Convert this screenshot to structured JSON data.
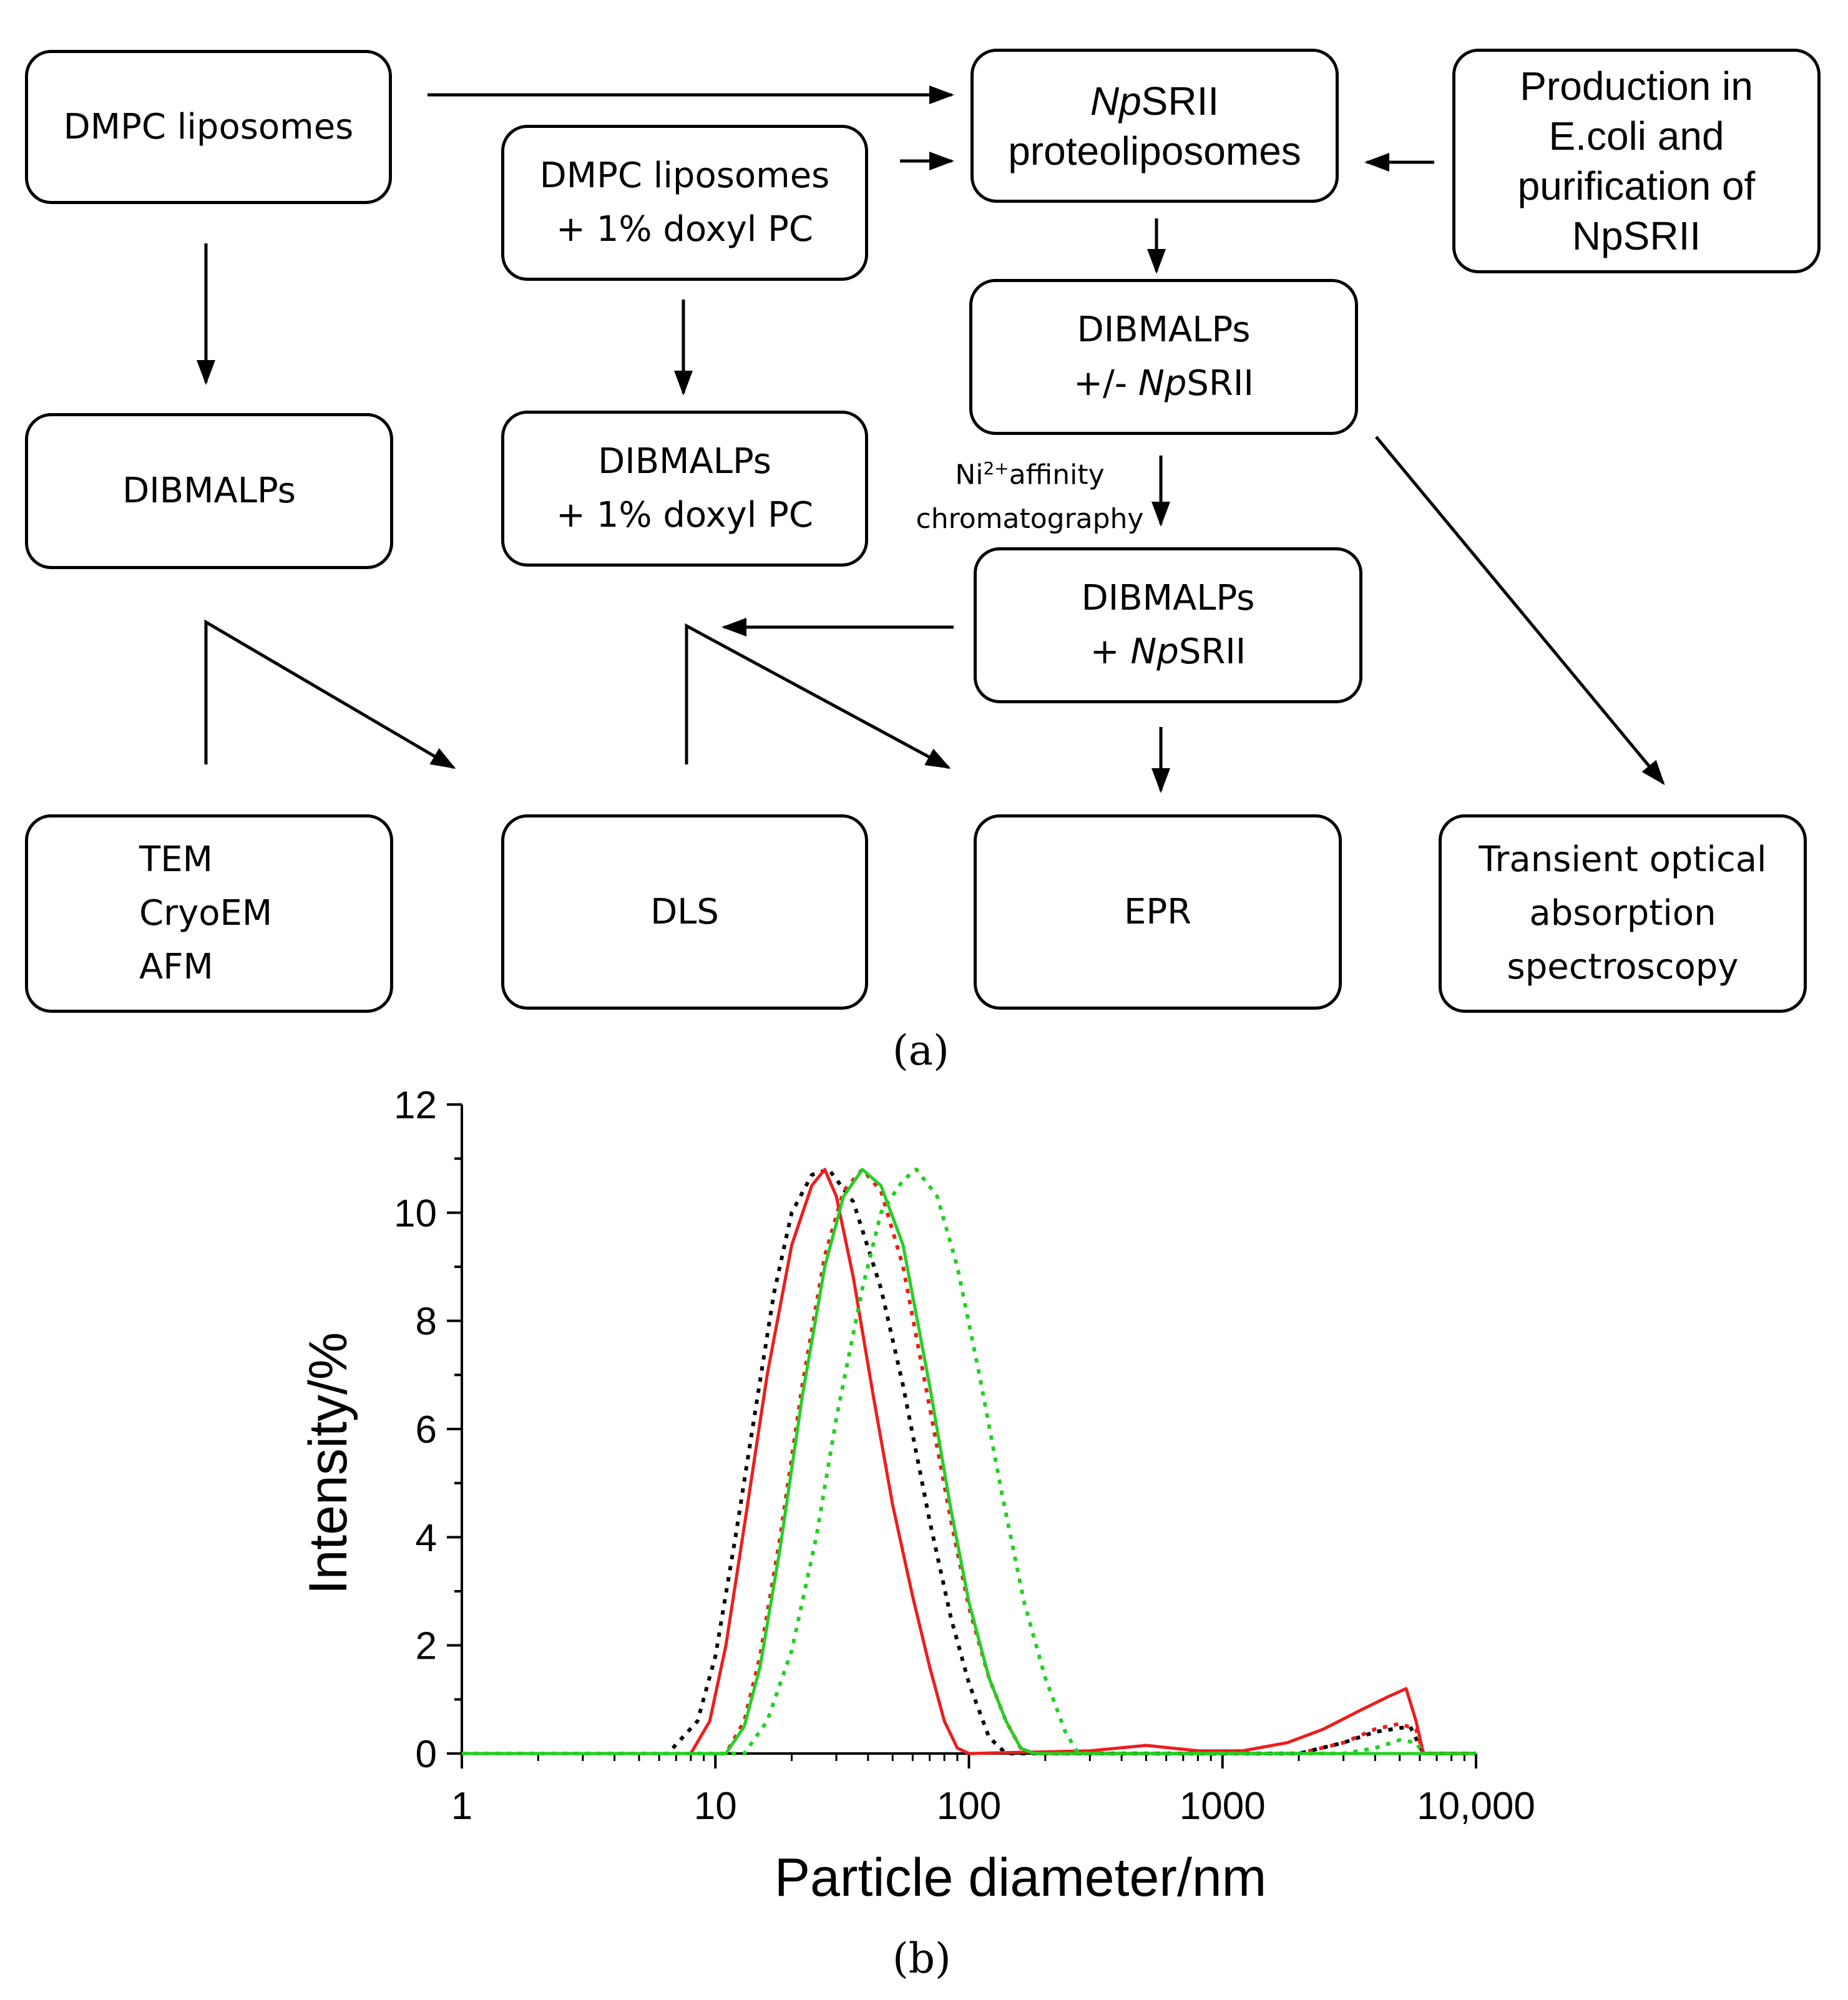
{
  "diagram": {
    "nodes": {
      "dmpc": [
        "DMPC liposomes"
      ],
      "dmpc_doxyl": [
        "DMPC liposomes",
        "+ 1% doxyl PC"
      ],
      "np_proteo": [
        [
          "Np",
          "SRII"
        ],
        "proteoliposomes"
      ],
      "production": [
        "Production in",
        "E.coli and",
        "purification of",
        "NpSRII"
      ],
      "dibmalps_left": [
        "DIBMALPs"
      ],
      "dibmalps_doxyl": [
        "DIBMALPs",
        "+ 1% doxyl PC"
      ],
      "dibmalps_pm": [
        "DIBMALPs",
        [
          "+/- ",
          "Np",
          "SRII"
        ]
      ],
      "dibmalps_np": [
        "DIBMALPs",
        [
          "+ ",
          "Np",
          "SRII"
        ]
      ],
      "tem": [
        "TEM",
        "CryoEM",
        "AFM"
      ],
      "dls": [
        "DLS"
      ],
      "epr": [
        "EPR"
      ],
      "toas": [
        "Transient optical",
        "absorption",
        "spectroscopy"
      ]
    },
    "ni_label": {
      "ni": "Ni",
      "sup": "2+",
      "rest": "affinity",
      "line2": "chromatography"
    },
    "captions": {
      "a": "(a)",
      "b": "(b)"
    }
  },
  "chart_data": {
    "type": "line",
    "xlabel": "Particle diameter/nm",
    "ylabel": "Intensity/%",
    "x_scale": "log",
    "xlim": [
      1,
      10000
    ],
    "ylim": [
      0,
      12
    ],
    "x_ticks": [
      1,
      10,
      100,
      1000,
      10000
    ],
    "x_tick_labels": [
      "1",
      "10",
      "100",
      "1000",
      "10,000"
    ],
    "y_ticks": [
      0,
      2,
      4,
      6,
      8,
      10,
      12
    ],
    "y_tick_labels": [
      "0",
      "2",
      "4",
      "6",
      "8",
      "10",
      "12"
    ],
    "series": [
      {
        "color": "#000000",
        "style": "dotted",
        "points": [
          [
            1,
            0
          ],
          [
            6.5,
            0
          ],
          [
            8.5,
            0.6
          ],
          [
            10,
            1.8
          ],
          [
            12,
            4.0
          ],
          [
            14,
            6.0
          ],
          [
            17,
            8.5
          ],
          [
            20,
            10.0
          ],
          [
            24,
            10.7
          ],
          [
            28,
            10.8
          ],
          [
            35,
            10.2
          ],
          [
            45,
            8.6
          ],
          [
            55,
            6.8
          ],
          [
            70,
            4.3
          ],
          [
            85,
            2.5
          ],
          [
            100,
            1.3
          ],
          [
            120,
            0.3
          ],
          [
            140,
            0
          ],
          [
            2000,
            0
          ],
          [
            3000,
            0.2
          ],
          [
            4000,
            0.4
          ],
          [
            5500,
            0.5
          ],
          [
            6200,
            0
          ],
          [
            10000,
            0
          ]
        ]
      },
      {
        "color": "#ee1c1c",
        "style": "solid",
        "points": [
          [
            1,
            0
          ],
          [
            8,
            0
          ],
          [
            9.5,
            0.6
          ],
          [
            11,
            2.0
          ],
          [
            13,
            4.2
          ],
          [
            16,
            7.0
          ],
          [
            20,
            9.4
          ],
          [
            24,
            10.5
          ],
          [
            27,
            10.8
          ],
          [
            30,
            10.3
          ],
          [
            35,
            8.8
          ],
          [
            42,
            6.6
          ],
          [
            50,
            4.6
          ],
          [
            60,
            2.9
          ],
          [
            70,
            1.6
          ],
          [
            80,
            0.6
          ],
          [
            90,
            0.1
          ],
          [
            100,
            0
          ],
          [
            300,
            0.05
          ],
          [
            500,
            0.15
          ],
          [
            800,
            0.05
          ],
          [
            1200,
            0.05
          ],
          [
            1800,
            0.2
          ],
          [
            2500,
            0.45
          ],
          [
            3500,
            0.8
          ],
          [
            4500,
            1.05
          ],
          [
            5300,
            1.2
          ],
          [
            5800,
            0.6
          ],
          [
            6200,
            0
          ],
          [
            10000,
            0
          ]
        ]
      },
      {
        "color": "#ee1c1c",
        "style": "dotted",
        "points": [
          [
            1,
            0
          ],
          [
            11,
            0
          ],
          [
            13,
            0.6
          ],
          [
            15,
            1.8
          ],
          [
            18,
            4.0
          ],
          [
            22,
            6.8
          ],
          [
            27,
            9.2
          ],
          [
            32,
            10.4
          ],
          [
            38,
            10.8
          ],
          [
            45,
            10.4
          ],
          [
            55,
            9.0
          ],
          [
            70,
            6.4
          ],
          [
            85,
            4.3
          ],
          [
            100,
            2.7
          ],
          [
            120,
            1.4
          ],
          [
            140,
            0.6
          ],
          [
            160,
            0.1
          ],
          [
            180,
            0
          ],
          [
            2000,
            0
          ],
          [
            3000,
            0.2
          ],
          [
            4000,
            0.45
          ],
          [
            5000,
            0.55
          ],
          [
            5800,
            0.45
          ],
          [
            6200,
            0
          ],
          [
            10000,
            0
          ]
        ]
      },
      {
        "color": "#22d022",
        "style": "solid",
        "points": [
          [
            1,
            0
          ],
          [
            11,
            0
          ],
          [
            13,
            0.5
          ],
          [
            15,
            1.6
          ],
          [
            18,
            3.8
          ],
          [
            22,
            6.6
          ],
          [
            27,
            9.0
          ],
          [
            32,
            10.3
          ],
          [
            38,
            10.8
          ],
          [
            45,
            10.5
          ],
          [
            55,
            9.4
          ],
          [
            70,
            6.8
          ],
          [
            85,
            4.5
          ],
          [
            100,
            2.8
          ],
          [
            120,
            1.4
          ],
          [
            140,
            0.6
          ],
          [
            160,
            0.1
          ],
          [
            180,
            0
          ],
          [
            10000,
            0
          ]
        ]
      },
      {
        "color": "#22d022",
        "style": "dotted",
        "points": [
          [
            1,
            0
          ],
          [
            13,
            0
          ],
          [
            16,
            0.6
          ],
          [
            20,
            1.9
          ],
          [
            25,
            4.0
          ],
          [
            30,
            6.2
          ],
          [
            38,
            8.6
          ],
          [
            45,
            10.0
          ],
          [
            55,
            10.6
          ],
          [
            62,
            10.8
          ],
          [
            75,
            10.3
          ],
          [
            90,
            9.0
          ],
          [
            110,
            7.0
          ],
          [
            135,
            4.8
          ],
          [
            165,
            2.8
          ],
          [
            200,
            1.4
          ],
          [
            240,
            0.4
          ],
          [
            270,
            0
          ],
          [
            3000,
            0
          ],
          [
            4000,
            0.1
          ],
          [
            5000,
            0.25
          ],
          [
            5800,
            0.2
          ],
          [
            6200,
            0
          ],
          [
            10000,
            0
          ]
        ]
      }
    ]
  }
}
